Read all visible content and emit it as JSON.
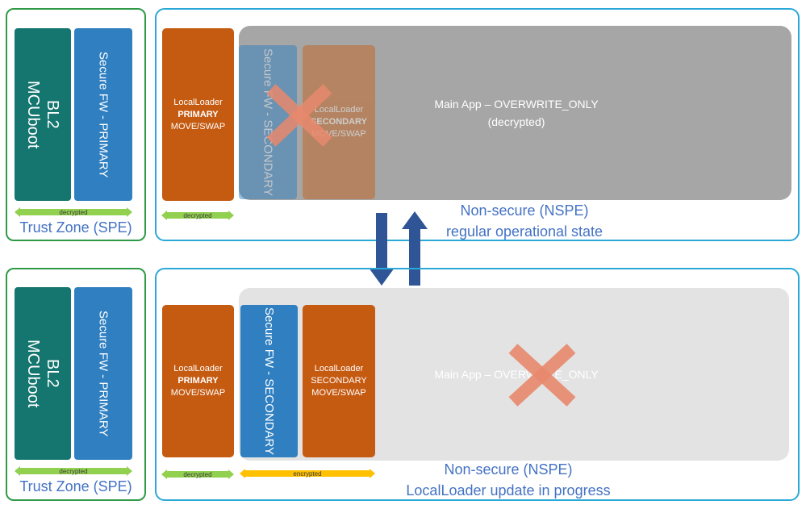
{
  "colors": {
    "trust_zone_border": "#2e9a47",
    "nonsecure_border": "#2aa9d8",
    "bl2": "#15756f",
    "secure_fw": "#2f7fc1",
    "localloader": "#c55a11",
    "main_app_regular": "#a6a6a6",
    "main_app_update": "#e3e3e3",
    "decrypted_arrow": "#92d050",
    "encrypted_arrow": "#ffc000",
    "cross": "#e8896d",
    "caption_text": "#4472c4",
    "transition_arrows": "#2f5597"
  },
  "top": {
    "bl2_line1": "BL2",
    "bl2_line2": "MCUboot",
    "secure_fw_primary": "Secure FW - PRIMARY",
    "tz_decrypted": "decrypted",
    "trust_zone_label": "Trust Zone (SPE)",
    "ll_primary": {
      "line1": "LocalLoader",
      "line2": "PRIMARY",
      "line3": "MOVE/SWAP"
    },
    "ns_decrypted": "decrypted",
    "secure_fw_secondary": "Secure FW - SECONDARY",
    "ll_secondary": {
      "line1": "LocalLoader",
      "line2": "SECONDARY",
      "line3": "MOVE/SWAP"
    },
    "main_app_line1": "Main App – OVERWRITE_ONLY",
    "main_app_line2": "(decrypted)",
    "ns_line1": "Non-secure (NSPE)",
    "ns_line2": "regular operational state"
  },
  "bottom": {
    "bl2_line1": "BL2",
    "bl2_line2": "MCUboot",
    "secure_fw_primary": "Secure FW - PRIMARY",
    "tz_decrypted": "decrypted",
    "trust_zone_label": "Trust Zone (SPE)",
    "ll_primary": {
      "line1": "LocalLoader",
      "line2": "PRIMARY",
      "line3": "MOVE/SWAP"
    },
    "ns_decrypted": "decrypted",
    "secure_fw_secondary": "Secure FW - SECONDARY",
    "ll_secondary": {
      "line1": "LocalLoader",
      "line2": "SECONDARY",
      "line3": "MOVE/SWAP"
    },
    "encrypted": "encrypted",
    "main_app_line1": "Main App – OVERWRITE_ONLY",
    "ns_line1": "Non-secure (NSPE)",
    "ns_line2": "LocalLoader update in progress"
  }
}
